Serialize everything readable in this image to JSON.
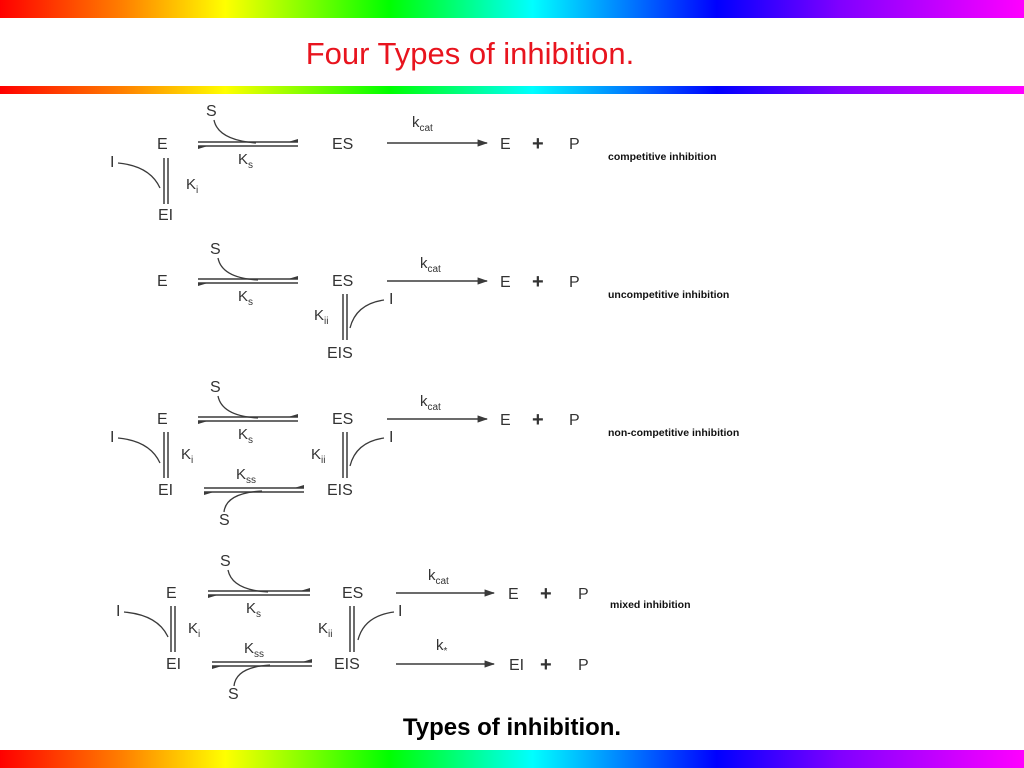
{
  "slide": {
    "title": "Four Types of inhibition.",
    "caption": "Types of inhibition."
  },
  "colors": {
    "title": "#e8141e",
    "rainbow": [
      "#ff0000",
      "#ff8000",
      "#ffff00",
      "#00ff00",
      "#00ffff",
      "#0000ff",
      "#8000ff",
      "#ff00ff"
    ]
  },
  "terms": {
    "E": "E",
    "ES": "ES",
    "S": "S",
    "I": "I",
    "EI": "EI",
    "EIS": "EIS",
    "P": "P",
    "plus": "+",
    "K": "K",
    "k": "k",
    "sub_s": "s",
    "sub_i": "i",
    "sub_ii": "ii",
    "sub_ss": "ss",
    "sub_cat": "cat",
    "sub_star": "*"
  },
  "schemes": [
    {
      "id": "competitive",
      "label": "competitive inhibition"
    },
    {
      "id": "uncompetitive",
      "label": "uncompetitive inhibition"
    },
    {
      "id": "non-competitive",
      "label": "non-competitive inhibition"
    },
    {
      "id": "mixed",
      "label": "mixed inhibition"
    }
  ]
}
